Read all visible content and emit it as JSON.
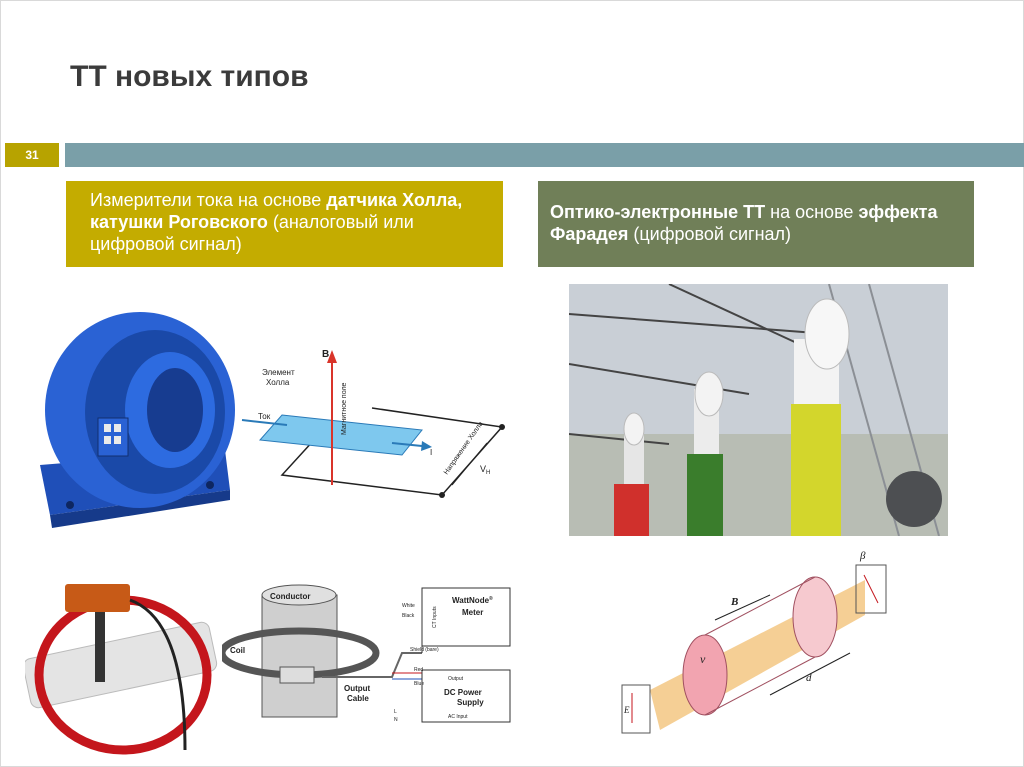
{
  "slide": {
    "title": "ТТ новых типов",
    "number": "31"
  },
  "left_box": {
    "part1": "Измерители тока на основе ",
    "bold1": "датчика Холла, катушки Роговского",
    "part2": " (аналоговый или цифровой сигнал)"
  },
  "right_box": {
    "bold1": "Оптико-электронные ТТ",
    "part1": " на основе ",
    "bold2": "эффекта Фарадея",
    "part2": " (цифровой сигнал)"
  },
  "hall_diagram": {
    "element": "Элемент",
    "element2": "Холла",
    "current": "Ток",
    "b": "B",
    "field": "Магнитное поле",
    "i": "I",
    "voltage": "Напряжение Холла",
    "vh": "V",
    "vh_sub": "H"
  },
  "rogowski_diagram": {
    "conductor": "Conductor",
    "coil": "Coil",
    "output": "Output",
    "cable": "Cable",
    "meter_title": "WattNode",
    "meter_title_mark": "®",
    "meter": "Meter",
    "ct_inputs": "CT Inputs",
    "white": "White",
    "black": "Black",
    "shield": "Shield (bare)",
    "red": "Red",
    "blue": "Blue",
    "out_pin": "Output",
    "dc1": "DC Power",
    "dc2": "Supply",
    "l": "L",
    "n": "N",
    "ac": "AC Input"
  },
  "faraday_diagram": {
    "beta": "β",
    "b": "B",
    "nu": "ν",
    "d": "d",
    "e": "E"
  }
}
